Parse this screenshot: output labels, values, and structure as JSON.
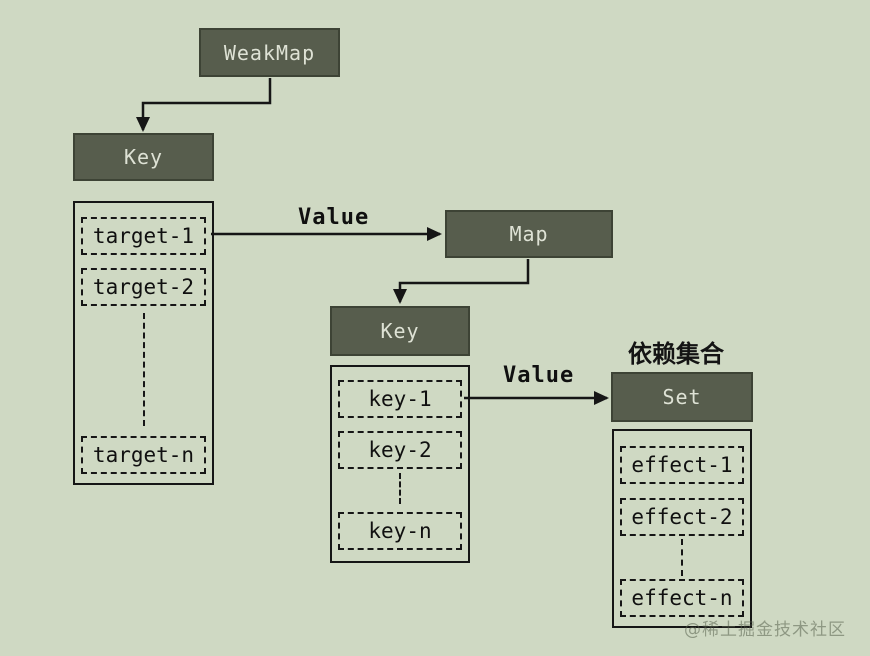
{
  "diagram": {
    "nodes": {
      "weakmap": "WeakMap",
      "key_top": "Key",
      "map": "Map",
      "key_mid": "Key",
      "set": "Set"
    },
    "edge_labels": {
      "target_to_map": "Value",
      "key_to_set": "Value"
    },
    "caption_set": "依赖集合",
    "targets": [
      "target-1",
      "target-2",
      "target-n"
    ],
    "keys": [
      "key-1",
      "key-2",
      "key-n"
    ],
    "effects": [
      "effect-1",
      "effect-2",
      "effect-n"
    ],
    "watermark": "@稀土掘金技术社区",
    "colors": {
      "background": "#cfd9c3",
      "node_fill": "#575d4d",
      "node_border": "#3d4335",
      "node_text": "#dee2d5",
      "line": "#161616",
      "watermark_text": "#5a6450"
    }
  }
}
